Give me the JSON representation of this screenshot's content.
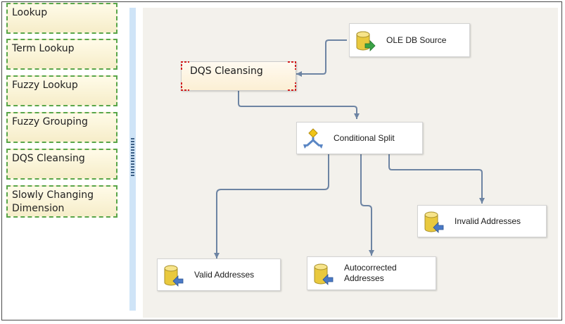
{
  "toolbox": {
    "items": [
      {
        "label": "Lookup"
      },
      {
        "label": "Term Lookup"
      },
      {
        "label": "Fuzzy Lookup"
      },
      {
        "label": "Fuzzy Grouping"
      },
      {
        "label": "DQS Cleansing"
      },
      {
        "label": "Slowly Changing Dimension"
      }
    ]
  },
  "canvas": {
    "components": {
      "ole_db_source": {
        "label": "OLE DB Source",
        "icon": "database-source-icon"
      },
      "dqs_cleansing": {
        "label": "DQS Cleansing",
        "icon": "none"
      },
      "conditional_split": {
        "label": "Conditional Split",
        "icon": "conditional-split-icon"
      },
      "valid_addresses": {
        "label": "Valid Addresses",
        "icon": "database-destination-icon"
      },
      "autocorrected_addresses": {
        "label": "Autocorrected Addresses",
        "icon": "database-destination-icon"
      },
      "invalid_addresses": {
        "label": "Invalid Addresses",
        "icon": "database-destination-icon"
      }
    }
  },
  "colors": {
    "canvas_bg": "#f3f1ec",
    "connector": "#6d84a3",
    "toolbox_border": "#5aa64a",
    "selection_marker": "#d21f1f"
  }
}
